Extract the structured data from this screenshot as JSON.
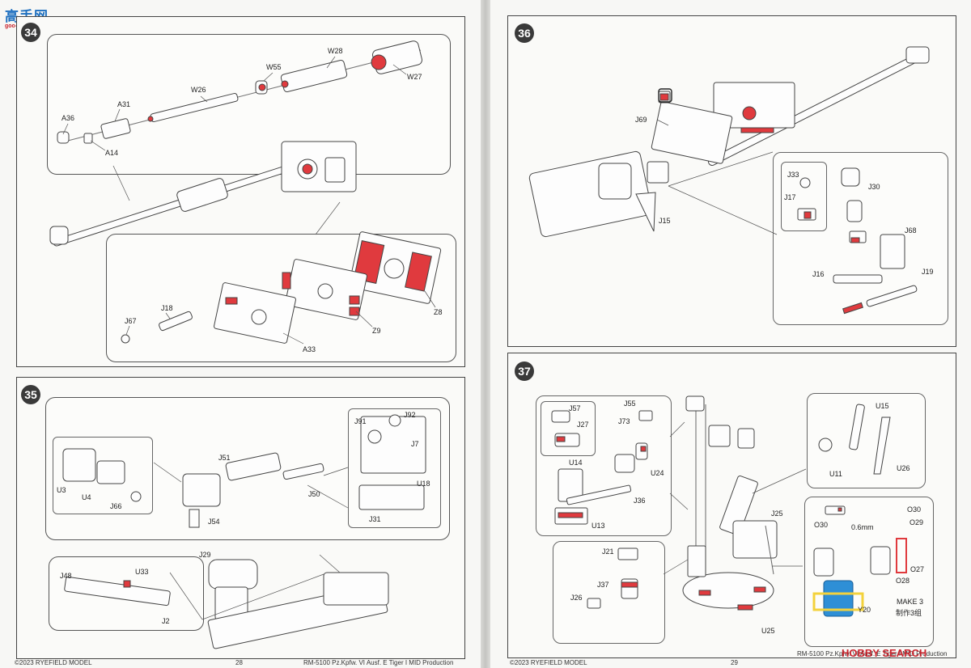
{
  "watermark": {
    "text": "高手网",
    "subtext": "goo-shou.com"
  },
  "steps": {
    "s34": {
      "number": "34",
      "labels": {
        "a36": "A36",
        "a31": "A31",
        "a14": "A14",
        "w26": "W26",
        "w55": "W55",
        "w28": "W28",
        "w27": "W27",
        "j67": "J67",
        "j18": "J18",
        "a33": "A33",
        "z9": "Z9",
        "z8": "Z8"
      }
    },
    "s35": {
      "number": "35",
      "labels": {
        "u3": "U3",
        "u4": "U4",
        "j66": "J66",
        "j51": "J51",
        "j54": "J54",
        "j50": "J50",
        "j91": "J91",
        "j92": "J92",
        "j7": "J7",
        "u18": "U18",
        "j31": "J31",
        "j48": "J48",
        "u33": "U33",
        "j2": "J2",
        "j29": "J29"
      }
    },
    "s36": {
      "number": "36",
      "labels": {
        "j69": "J69",
        "j15": "J15",
        "j33": "J33",
        "j17": "J17",
        "j30": "J30",
        "j68": "J68",
        "j16": "J16",
        "j19": "J19"
      }
    },
    "s37": {
      "number": "37",
      "labels": {
        "j57": "J57",
        "j27": "J27",
        "j55": "J55",
        "j73": "J73",
        "u24": "U24",
        "u14": "U14",
        "j36": "J36",
        "u13": "U13",
        "u15": "U15",
        "u11": "U11",
        "u26": "U26",
        "j25": "J25",
        "o30a": "O30",
        "o30b": "O30",
        "o29": "O29",
        "mm": "0.6mm",
        "o27": "O27",
        "o28": "O28",
        "y20": "Y20",
        "j21": "J21",
        "j37": "J37",
        "j26": "J26",
        "u25": "U25",
        "make": "MAKE 3",
        "make_cn": "制作3组"
      }
    }
  },
  "footer": {
    "left_copyright": "©2023 RYEFIELD MODEL",
    "left_page": "28",
    "left_title": "RM-5100 Pz.Kpfw. VI Ausf. E Tiger I MID Production",
    "right_copyright": "©2023 RYEFIELD MODEL",
    "right_page": "29",
    "right_title": "RM-5100 Pz.Kpfw. VI Ausf. E Tiger I MID Production"
  },
  "brand": {
    "text": "HOBBY SEARCH",
    "color": "#c8232c"
  },
  "colors": {
    "accent_red": "#e03a3e",
    "accent_blue": "#2e8fd6",
    "accent_yellow": "#f3d23c"
  }
}
